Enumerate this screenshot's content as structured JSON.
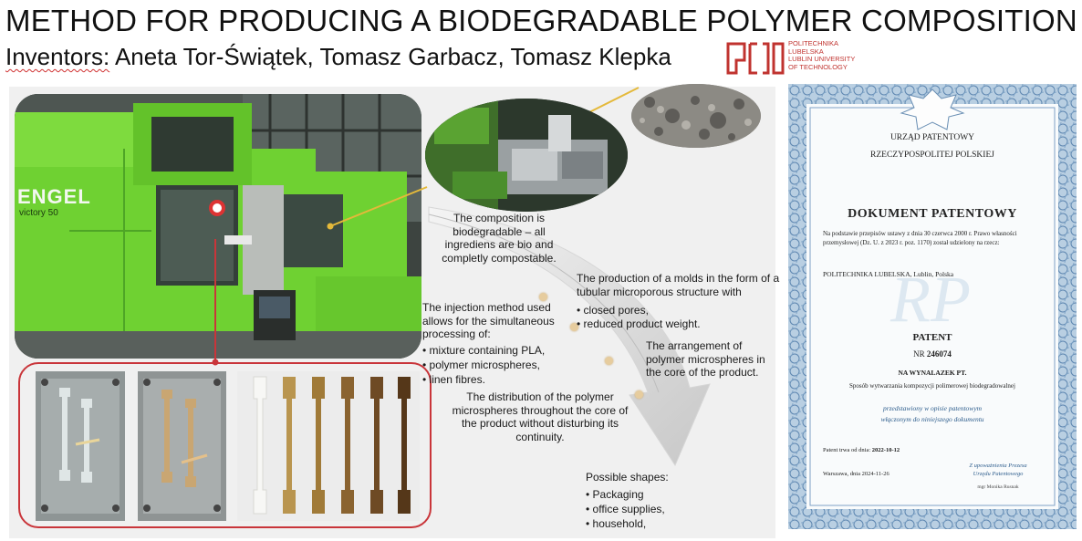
{
  "header": {
    "title": "METHOD FOR PRODUCING A BIODEGRADABLE POLYMER COMPOSITION",
    "inventors_label": "Inventors:",
    "inventors_names": " Aneta Tor-Świątek, Tomasz Garbacz, Tomasz Klepka"
  },
  "logo": {
    "line1": "POLITECHNIKA",
    "line2": "LUBELSKA",
    "line3": "LUBLIN UNIVERSITY",
    "line4": "OF TECHNOLOGY",
    "color": "#c0332f"
  },
  "machine": {
    "brand": "ENGEL",
    "model": "victory 50"
  },
  "text_blocks": {
    "composition": "The composition is biodegradable – all ingrediens are bio and completly compostable.",
    "production_intro": "The production of a molds in the form of a tubular microporous structure with",
    "production_b1": "• closed pores,",
    "production_b2": "• reduced product weight.",
    "injection_intro": "The injection method used allows for the simultaneous processing of:",
    "injection_b1": "• mixture containing PLA,",
    "injection_b2": "• polymer microspheres,",
    "injection_b3": "• linen fibres.",
    "arrangement": "The arrangement of polymer microspheres in the core of the product.",
    "distribution": "The distribution of the polymer microspheres throughout the core of the product without disturbing its continuity.",
    "shapes_title": "Possible shapes:",
    "shapes_b1": "• Packaging",
    "shapes_b2": "• office supplies,",
    "shapes_b3": "• household,"
  },
  "patent": {
    "office1": "URZĄD PATENTOWY",
    "office2": "RZECZYPOSPOLITEJ POLSKIEJ",
    "doc_title": "DOKUMENT PATENTOWY",
    "para1": "Na podstawie przepisów ustawy z dnia 30 czerwca 2000 r. Prawo własności przemysłowej (Dz. U. z 2023 r. poz. 1170) został udzielony na rzecz:",
    "holder": "POLITECHNIKA LUBELSKA, Lublin, Polska",
    "patent_word": "PATENT",
    "nr_label": "NR",
    "nr_value": "246074",
    "invention": "NA WYNALAZEK PT.",
    "invention_title": "Sposób wytwarzania kompozycji polimerowej biodegradowalnej",
    "presented1": "przedstawiony w opisie patentowym",
    "presented2": "włączonym do niniejszego dokumentu",
    "validity_label": "Patent trwa od dnia:",
    "validity_date": "2022-10-12",
    "place_date": "Warszawa, dnia 2024-11-26",
    "sign1": "Z upoważnienia Prezesa",
    "sign2": "Urzędu Patentowego",
    "signer": "mgr Monika Rusnak",
    "watermark": "RP"
  }
}
